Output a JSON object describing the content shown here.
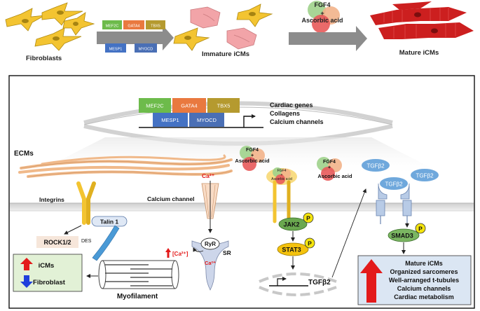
{
  "top_panel": {
    "fibroblasts": "Fibroblasts",
    "immature": "Immature iCMs",
    "mature": "Mature iCMs",
    "fgf4": "FGF4",
    "plus": "+",
    "ascorbic": "Ascorbic acid",
    "factors": [
      "MEF2C",
      "GATA4",
      "TBX5",
      "MESP1",
      "MYOCD"
    ]
  },
  "nucleus": {
    "factors": [
      "MEF2C",
      "GATA4",
      "TBX5",
      "MESP1",
      "MYOCD"
    ],
    "targets": [
      "Cardiac genes",
      "Collagens",
      "Calcium channels"
    ]
  },
  "left_pathway": {
    "ecms": "ECMs",
    "integrins": "Integrins",
    "rock": "ROCK1/2",
    "talin": "Talin 1",
    "des": "DES",
    "myofilament": "Myofilament",
    "out_icms": "iCMs",
    "out_fibroblast": "Fibroblast"
  },
  "calcium": {
    "channel": "Calcium channel",
    "ca_top": "Ca²⁺",
    "ryr": "RyR",
    "sr": "SR",
    "ca_inner": "[Ca²⁺]",
    "ca_low": "Ca²⁺"
  },
  "fgf_pathway": {
    "fgf4": "FGF4",
    "plus": "+",
    "ascorbic": "Ascorbic acid",
    "jak2": "JAK2",
    "stat3": "STAT3",
    "p": "P",
    "tgfb2_gene": "TGFβ2"
  },
  "tgf_pathway": {
    "ligand": "TGFβ2",
    "smad3": "SMAD3",
    "p": "P"
  },
  "outcomes": [
    "Mature iCMs",
    "Organized sarcomeres",
    "Well-arranged t-tubules",
    "Calcium channels",
    "Cardiac metabolism"
  ],
  "colors": {
    "mef2c": "#6dbb4b",
    "gata4": "#e9793f",
    "tbx5": "#b59a2f",
    "mesp1": "#4472c4",
    "myocd": "#4a6fb5",
    "fibroblast": "#f3c431",
    "immature": "#f2a4a8",
    "mature": "#cc1f1f",
    "ecm": "#f0b98a",
    "membrane": "#bcbcbc",
    "jak": "#6aa84f",
    "stat": "#f4c20d",
    "tgf": "#8fb3e0",
    "smad": "#7bb662",
    "box_green": "#e2f1d6",
    "box_blue": "#dbe6f3",
    "up_arrow": "#e31a1a",
    "down_arrow": "#1f3fdc"
  }
}
